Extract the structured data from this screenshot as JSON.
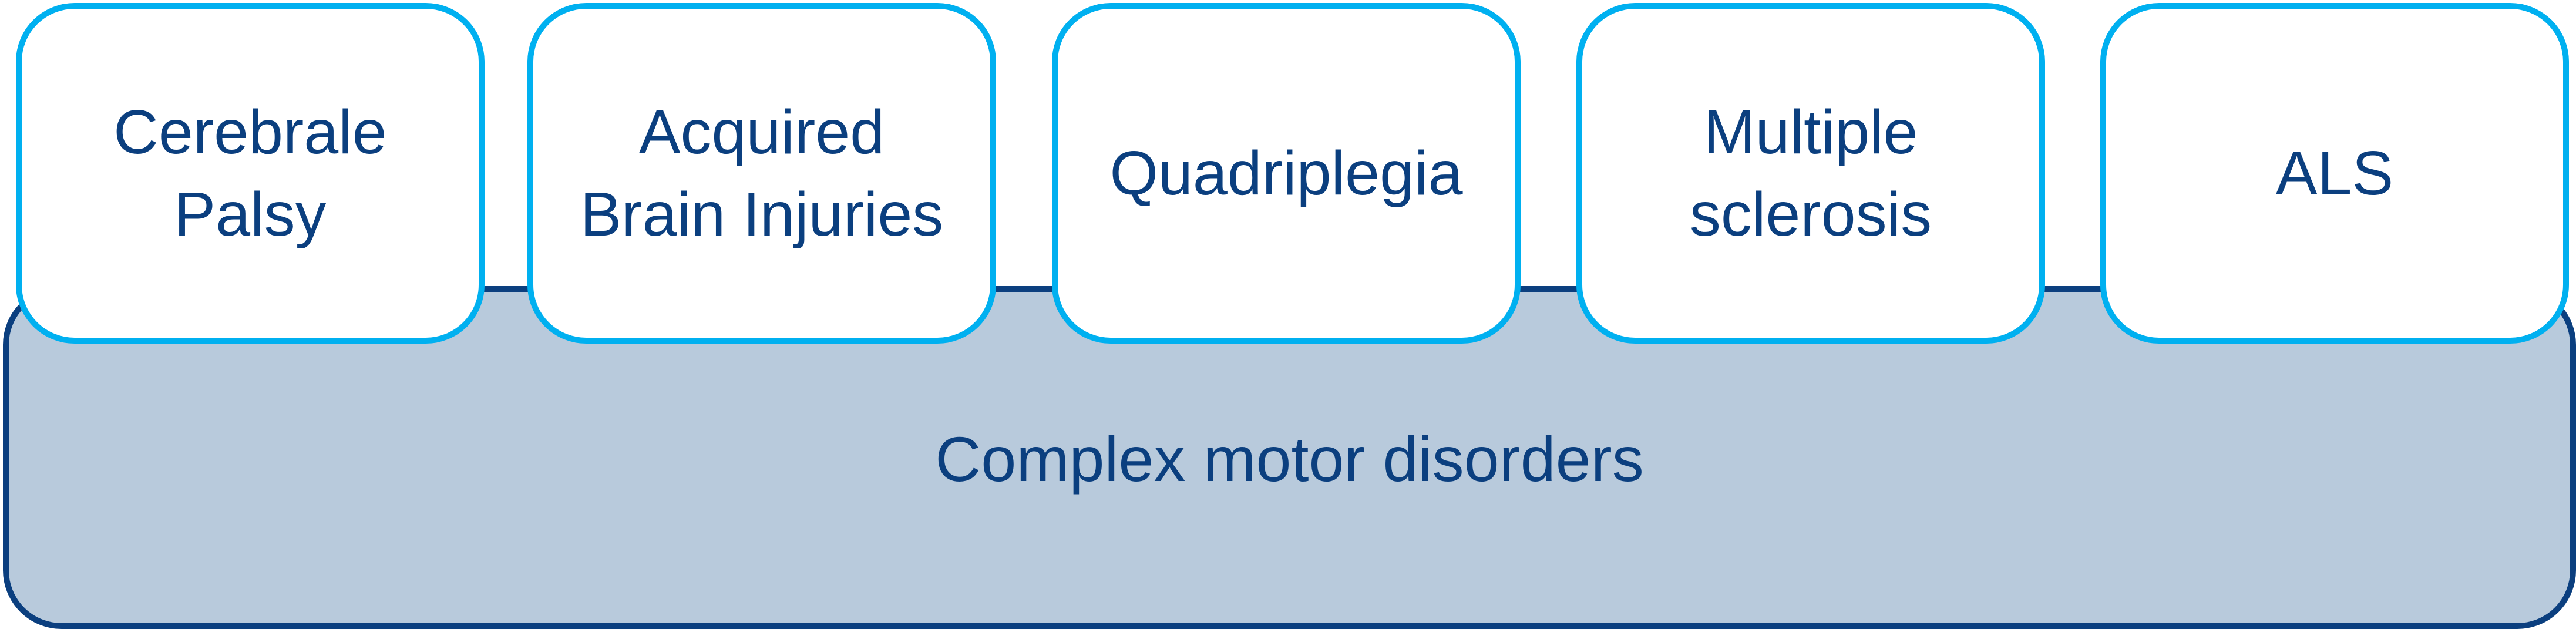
{
  "base": {
    "label": "Complex motor disorders"
  },
  "categories": [
    {
      "label": "Cerebrale\nPalsy"
    },
    {
      "label": "Acquired\nBrain Injuries"
    },
    {
      "label": "Quadriplegia"
    },
    {
      "label": "Multiple\nsclerosis"
    },
    {
      "label": "ALS"
    }
  ],
  "colors": {
    "card_border": "#00B0F0",
    "base_border": "#0B3F7F",
    "base_fill": "#B8CADC",
    "text": "#0B3F7F"
  }
}
